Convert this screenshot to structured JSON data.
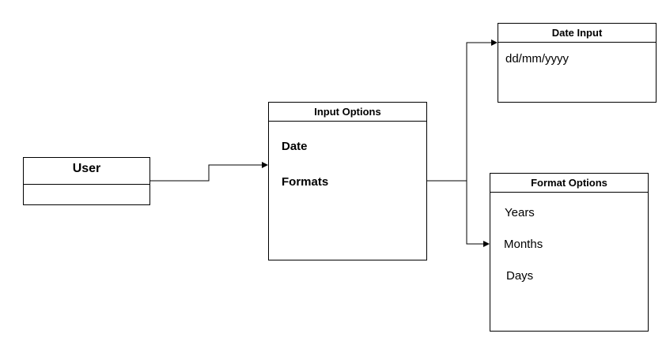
{
  "nodes": {
    "user": {
      "title": "User",
      "items": []
    },
    "input_options": {
      "title": "Input Options",
      "items": [
        "Date",
        "Formats"
      ]
    },
    "date_input": {
      "title": "Date Input",
      "items": [
        "dd/mm/yyyy"
      ]
    },
    "format_options": {
      "title": "Format Options",
      "items": [
        "Years",
        "Months",
        "Days"
      ]
    }
  },
  "edges": [
    {
      "from": "user",
      "to": "input_options"
    },
    {
      "from": "input_options",
      "to": "date_input"
    },
    {
      "from": "input_options",
      "to": "format_options",
      "target_item": "Months"
    }
  ],
  "colors": {
    "stroke": "#000000",
    "fill": "#ffffff"
  }
}
